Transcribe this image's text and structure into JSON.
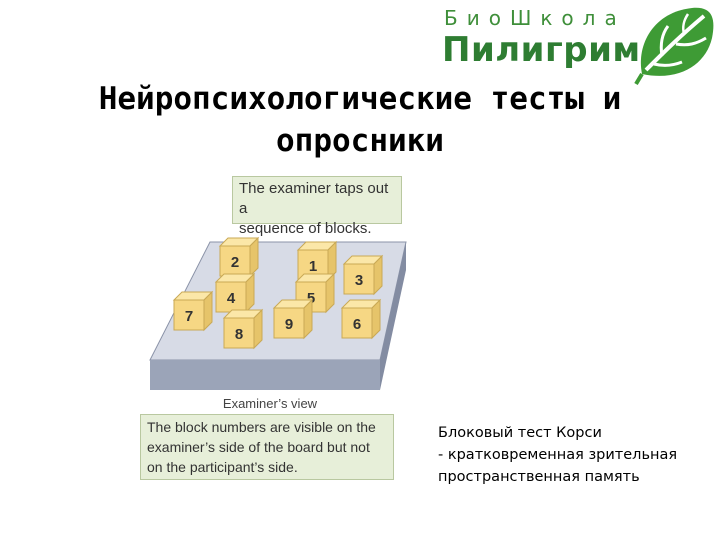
{
  "logo": {
    "top": "БиоШкола",
    "main": "Пилигрим",
    "accent": "#3f8f3a"
  },
  "title": "Нейропсихологические тесты и\nопросники",
  "figure": {
    "callout_top": "The examiner taps out a\nsequence of blocks.",
    "board_label": "Examiner’s view",
    "callout_bottom": "The block numbers are visible on the\nexaminer’s side of the board but not\non the participant’s side.",
    "blocks": [
      "1",
      "2",
      "3",
      "4",
      "5",
      "6",
      "7",
      "8",
      "9"
    ]
  },
  "caption": {
    "line1": "Блоковый тест Корси",
    "line2": "- кратковременная зрительная",
    "line3": "пространственная память"
  }
}
